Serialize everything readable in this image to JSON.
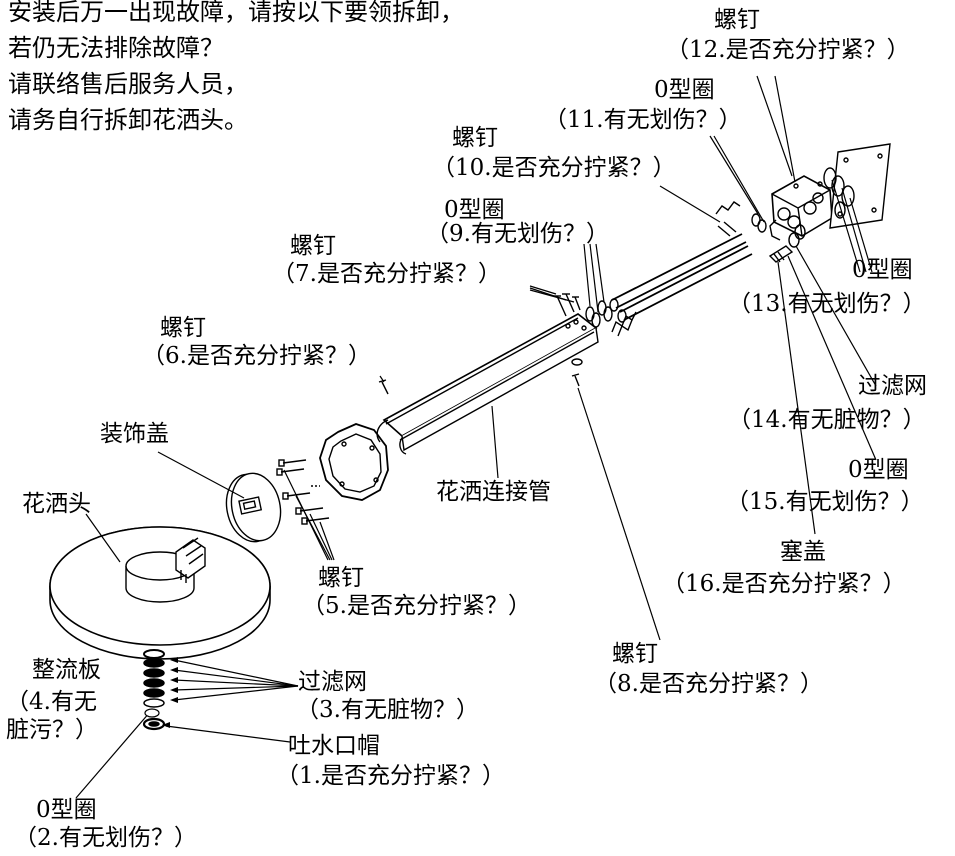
{
  "notice": {
    "lines": [
      "安装后万一出现故障，请按以下要领拆卸，",
      "若仍无法排除故障？",
      "请联络售后服务人员，",
      "请务自行拆卸花洒头。"
    ]
  },
  "parts": {
    "p12": {
      "name": "螺钉",
      "check": "（12.是否充分拧紧？）"
    },
    "p11": {
      "name": "0型圈",
      "check": "（11.有无划伤？）"
    },
    "p10": {
      "name": "螺钉",
      "check": "（10.是否充分拧紧？）"
    },
    "p9": {
      "name": "0型圈",
      "check": "（9.有无划伤？）"
    },
    "p7": {
      "name": "螺钉",
      "check": "（7.是否充分拧紧？）"
    },
    "p6": {
      "name": "螺钉",
      "check": "（6.是否充分拧紧？）"
    },
    "p13": {
      "name": "0型圈",
      "check": "（13.有无划伤？）"
    },
    "p14": {
      "name": "过滤网",
      "check": "（14.有无脏物？）"
    },
    "p15": {
      "name": "0型圈",
      "check": "（15.有无划伤？）"
    },
    "p16": {
      "name": "塞盖",
      "check": "（16.是否充分拧紧？）"
    },
    "cover": {
      "name": "装饰盖"
    },
    "pipe": {
      "name": "花洒连接管"
    },
    "head": {
      "name": "花洒头"
    },
    "p5": {
      "name": "螺钉",
      "check": "（5.是否充分拧紧？）"
    },
    "p8": {
      "name": "螺钉",
      "check": "（8.是否充分拧紧？）"
    },
    "p4": {
      "name": "整流板",
      "check1": "（4.有无",
      "check2": "脏污？）"
    },
    "p3": {
      "name": "过滤网",
      "check": "（3.有无脏物？）"
    },
    "p1": {
      "name": "吐水口帽",
      "check": "（1.是否充分拧紧？）"
    },
    "p2": {
      "name": "0型圈",
      "check": "（2.有无划伤？）"
    }
  }
}
